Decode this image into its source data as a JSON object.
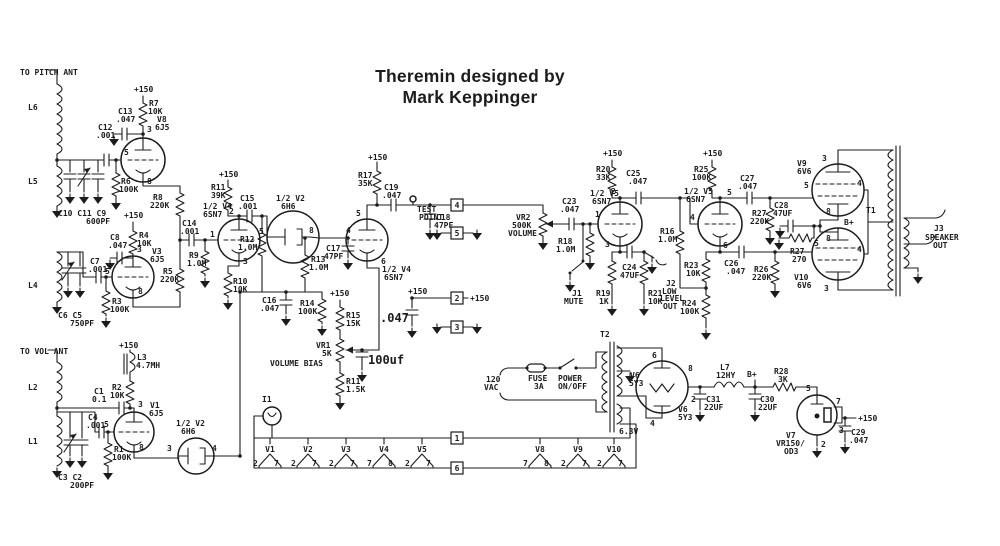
{
  "title": {
    "line1": "Theremin designed by",
    "line2": "Mark Keppinger"
  },
  "d": {
    "n1": "1",
    "n2": "2",
    "n3": "3",
    "n4": "4",
    "n5": "5",
    "n6": "6",
    "n7": "7",
    "n8": "8"
  },
  "vt": {
    "v1": "V1",
    "v2": "V2",
    "v3": "V3",
    "v4": "V4",
    "v5": "V5",
    "v6": "V6",
    "v7": "V7",
    "v8": "V8",
    "v9": "V9",
    "v10": "V10"
  },
  "tubes": {
    "j5": "6J5",
    "h6": "6H6",
    "sn7": "6SN7",
    "v6": "6V6",
    "y3": "5Y3",
    "half2": "1/2 V2",
    "half4": "1/2 V4",
    "half5": "1/2 V5",
    "vr": "VR150/",
    "od3": "OD3"
  },
  "r": {
    "r1": "R1",
    "r2": "R2",
    "r3": "R3",
    "r4": "R4",
    "r5": "R5",
    "r6": "R6",
    "r7": "R7",
    "r8": "R8",
    "r9": "R9",
    "r10": "R10",
    "r11": "R11",
    "r12": "R12",
    "r13": "R13",
    "r14": "R14",
    "r15": "R15",
    "r16": "R16",
    "r17": "R17",
    "r18": "R18",
    "r19": "R19",
    "r20": "R20",
    "r21": "R21",
    "r23": "R23",
    "r24": "R24",
    "r25": "R25",
    "r26": "R26",
    "r27": "R27",
    "r28": "R28"
  },
  "c": {
    "c1": "C1",
    "c4": "C4",
    "c7": "C7",
    "c8": "C8",
    "c12": "C12",
    "c13": "C13",
    "c14": "C14",
    "c15": "C15",
    "c16": "C16",
    "c17": "C17",
    "c18": "C18",
    "c19": "C19",
    "c23": "C23",
    "c24": "C24",
    "c25": "C25",
    "c26": "C26",
    "c27": "C27",
    "c28": "C28",
    "c29": "C29",
    "c30": "C30",
    "c31": "C31",
    "combo_c10": "C10 C11 C9",
    "combo_c65": "C6 C5",
    "combo_c32": "C3 C2"
  },
  "vals": {
    "p047": ".047",
    "p001": ".001",
    "p01": "0.1",
    "pf600": "600PF",
    "pf750": "750PF",
    "pf200": "200PF",
    "pf47": "47PF",
    "k100": "100K",
    "k220": "220K",
    "k10": "10K",
    "k39": "39K",
    "k35": "35K",
    "k33": "33K",
    "k15": "15K",
    "k5": "5K",
    "k1": "1K",
    "k3": "3K",
    "k15d": "1.5K",
    "r270": "270",
    "m1": "1.0M",
    "k500": "500K",
    "uf100": "100uf",
    "uf47": "47UF",
    "uf22": "22UF",
    "mh": "4.7MH",
    "hy": "12HY"
  },
  "misc": {
    "p150": "+150",
    "bplus": "B+",
    "to_pitch": "TO PITCH ANT",
    "to_vol": "TO VOL ANT",
    "test": "TEST",
    "point": "POINT",
    "vr1": "VR1",
    "vr2": "VR2",
    "vol_bias": "VOLUME BIAS",
    "volume": "VOLUME",
    "j1": "J1",
    "mute": "MUTE",
    "j2": "J2",
    "low": "LOW",
    "level": "LEVEL",
    "out": "OUT",
    "j3": "J3",
    "speaker": "SPEAKER",
    "t1": "T1",
    "t2": "T2",
    "i1": "I1",
    "l1": "L1",
    "l2": "L2",
    "l3": "L3",
    "l4": "L4",
    "l5": "L5",
    "l6": "L6",
    "l7": "L7",
    "v120": "120",
    "vac": "VAC",
    "fuse": "FUSE",
    "a3": "3A",
    "power": "POWER",
    "onoff": "ON/OFF",
    "v63": "6.3V"
  }
}
